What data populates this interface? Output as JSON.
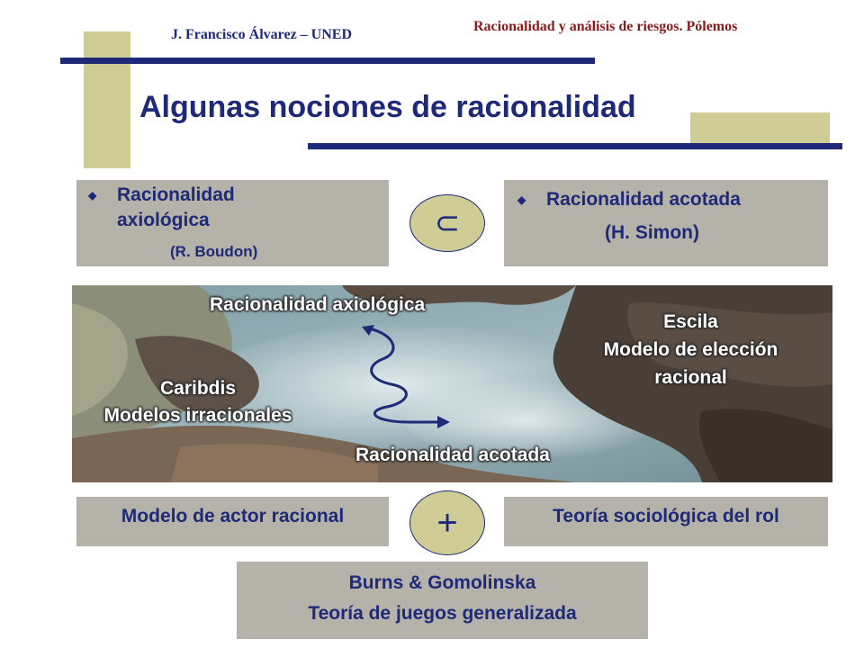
{
  "header": {
    "author": "J. Francisco Álvarez – UNED",
    "course": "Racionalidad y análisis de riesgos. Pólemos"
  },
  "title": "Algunas nociones de racionalidad",
  "top_left_box": {
    "line1": "Racionalidad",
    "line2": "axiológica",
    "author": "(R. Boudon)"
  },
  "top_right_box": {
    "label": "Racionalidad acotada",
    "author": "(H. Simon)"
  },
  "subset_symbol": "⊂",
  "plus_symbol": "+",
  "photo": {
    "top_label": "Racionalidad axiológica",
    "bottom_label": "Racionalidad acotada",
    "left_line1": "Caribdis",
    "left_line2": "Modelos irracionales",
    "right_line1": "Escila",
    "right_line2": "Modelo de elección",
    "right_line3": "racional"
  },
  "bottom_left_box": "Modelo de actor racional",
  "bottom_right_box": "Teoría sociológica del rol",
  "final_box": {
    "line1": "Burns & Gomolinska",
    "line2": "Teoría de juegos generalizada"
  },
  "colors": {
    "navy": "#1e2a78",
    "khaki": "#cfcc96",
    "gray_box": "#b5b3a9",
    "header_red": "#8b1a1a"
  }
}
